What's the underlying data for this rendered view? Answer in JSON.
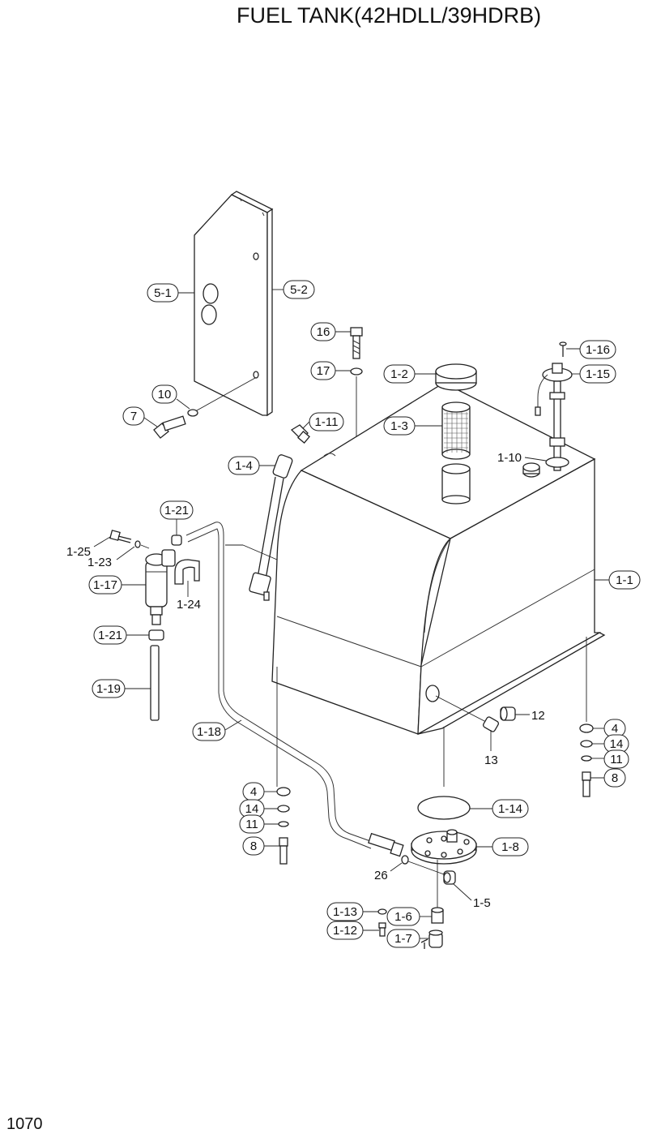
{
  "title": "FUEL TANK(42HDLL/39HDRB)",
  "page_number": "1070",
  "callouts": [
    {
      "id": "c_5_1",
      "label": "5-1",
      "pill": true
    },
    {
      "id": "c_5_2",
      "label": "5-2",
      "pill": true
    },
    {
      "id": "c_16",
      "label": "16",
      "pill": true
    },
    {
      "id": "c_17",
      "label": "17",
      "pill": true
    },
    {
      "id": "c_10",
      "label": "10",
      "pill": true
    },
    {
      "id": "c_7",
      "label": "7",
      "pill": true
    },
    {
      "id": "c_1_2",
      "label": "1-2",
      "pill": true
    },
    {
      "id": "c_1_3",
      "label": "1-3",
      "pill": true
    },
    {
      "id": "c_1_16",
      "label": "1-16",
      "pill": true
    },
    {
      "id": "c_1_15",
      "label": "1-15",
      "pill": true
    },
    {
      "id": "c_1_10",
      "label": "1-10",
      "pill": false
    },
    {
      "id": "c_1_11",
      "label": "1-11",
      "pill": true
    },
    {
      "id": "c_1_4",
      "label": "1-4",
      "pill": true
    },
    {
      "id": "c_1_21a",
      "label": "1-21",
      "pill": true
    },
    {
      "id": "c_1_25",
      "label": "1-25",
      "pill": false
    },
    {
      "id": "c_1_23",
      "label": "1-23",
      "pill": false
    },
    {
      "id": "c_1_17",
      "label": "1-17",
      "pill": true
    },
    {
      "id": "c_1_24",
      "label": "1-24",
      "pill": false
    },
    {
      "id": "c_1_1",
      "label": "1-1",
      "pill": true
    },
    {
      "id": "c_1_21b",
      "label": "1-21",
      "pill": true
    },
    {
      "id": "c_1_19",
      "label": "1-19",
      "pill": true
    },
    {
      "id": "c_1_18",
      "label": "1-18",
      "pill": true
    },
    {
      "id": "c_12",
      "label": "12",
      "pill": false
    },
    {
      "id": "c_13",
      "label": "13",
      "pill": false
    },
    {
      "id": "c_4r",
      "label": "4",
      "pill": true
    },
    {
      "id": "c_14r",
      "label": "14",
      "pill": true
    },
    {
      "id": "c_11r",
      "label": "11",
      "pill": true
    },
    {
      "id": "c_8r",
      "label": "8",
      "pill": true
    },
    {
      "id": "c_4l",
      "label": "4",
      "pill": true
    },
    {
      "id": "c_14l",
      "label": "14",
      "pill": true
    },
    {
      "id": "c_11l",
      "label": "11",
      "pill": true
    },
    {
      "id": "c_8l",
      "label": "8",
      "pill": true
    },
    {
      "id": "c_1_14",
      "label": "1-14",
      "pill": true
    },
    {
      "id": "c_1_8",
      "label": "1-8",
      "pill": true
    },
    {
      "id": "c_26",
      "label": "26",
      "pill": false
    },
    {
      "id": "c_1_5",
      "label": "1-5",
      "pill": false
    },
    {
      "id": "c_1_13",
      "label": "1-13",
      "pill": true
    },
    {
      "id": "c_1_6",
      "label": "1-6",
      "pill": true
    },
    {
      "id": "c_1_12",
      "label": "1-12",
      "pill": true
    },
    {
      "id": "c_1_7",
      "label": "1-7",
      "pill": true
    }
  ]
}
